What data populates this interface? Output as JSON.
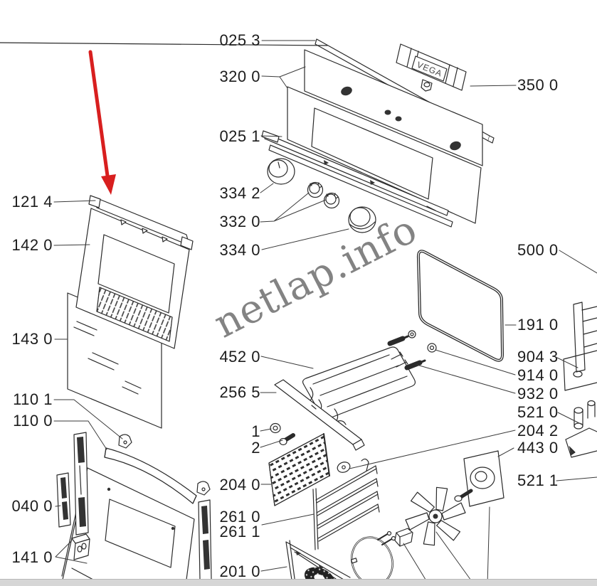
{
  "diagram": {
    "watermark": "netlap.info",
    "badge_text": "VEGA",
    "colors": {
      "arrow_red": "#d81f1f",
      "line": "#2a2a2a",
      "label_text": "#1c1c1c",
      "watermark_gray": "#6e6e6e",
      "scrollbar_gray": "#d6d6d6"
    },
    "labels": {
      "l121_4": "121 4",
      "l142_0": "142 0",
      "l143_0": "143 0",
      "l110_1": "110 1",
      "l110_0": "110 0",
      "l040_0": "040 0",
      "l141_0": "141 0",
      "l025_3": "025 3",
      "l320_0": "320 0",
      "l025_1": "025 1",
      "l334_2": "334 2",
      "l332_0": "332 0",
      "l334_0": "334 0",
      "l452_0": "452 0",
      "l256_5": "256 5",
      "item1": "1",
      "item2": "2",
      "l204_0": "204 0",
      "l261_0": "261 0",
      "l261_1": "261 1",
      "l201_0": "201 0",
      "l350_0": "350 0",
      "l500_0": "500 0",
      "l191_0": "191 0",
      "l904_3": "904 3",
      "l914_0": "914 0",
      "l932_0": "932 0",
      "l521_0": "521 0",
      "l204_2": "204 2",
      "l443_0": "443 0",
      "l521_1": "521 1"
    }
  }
}
